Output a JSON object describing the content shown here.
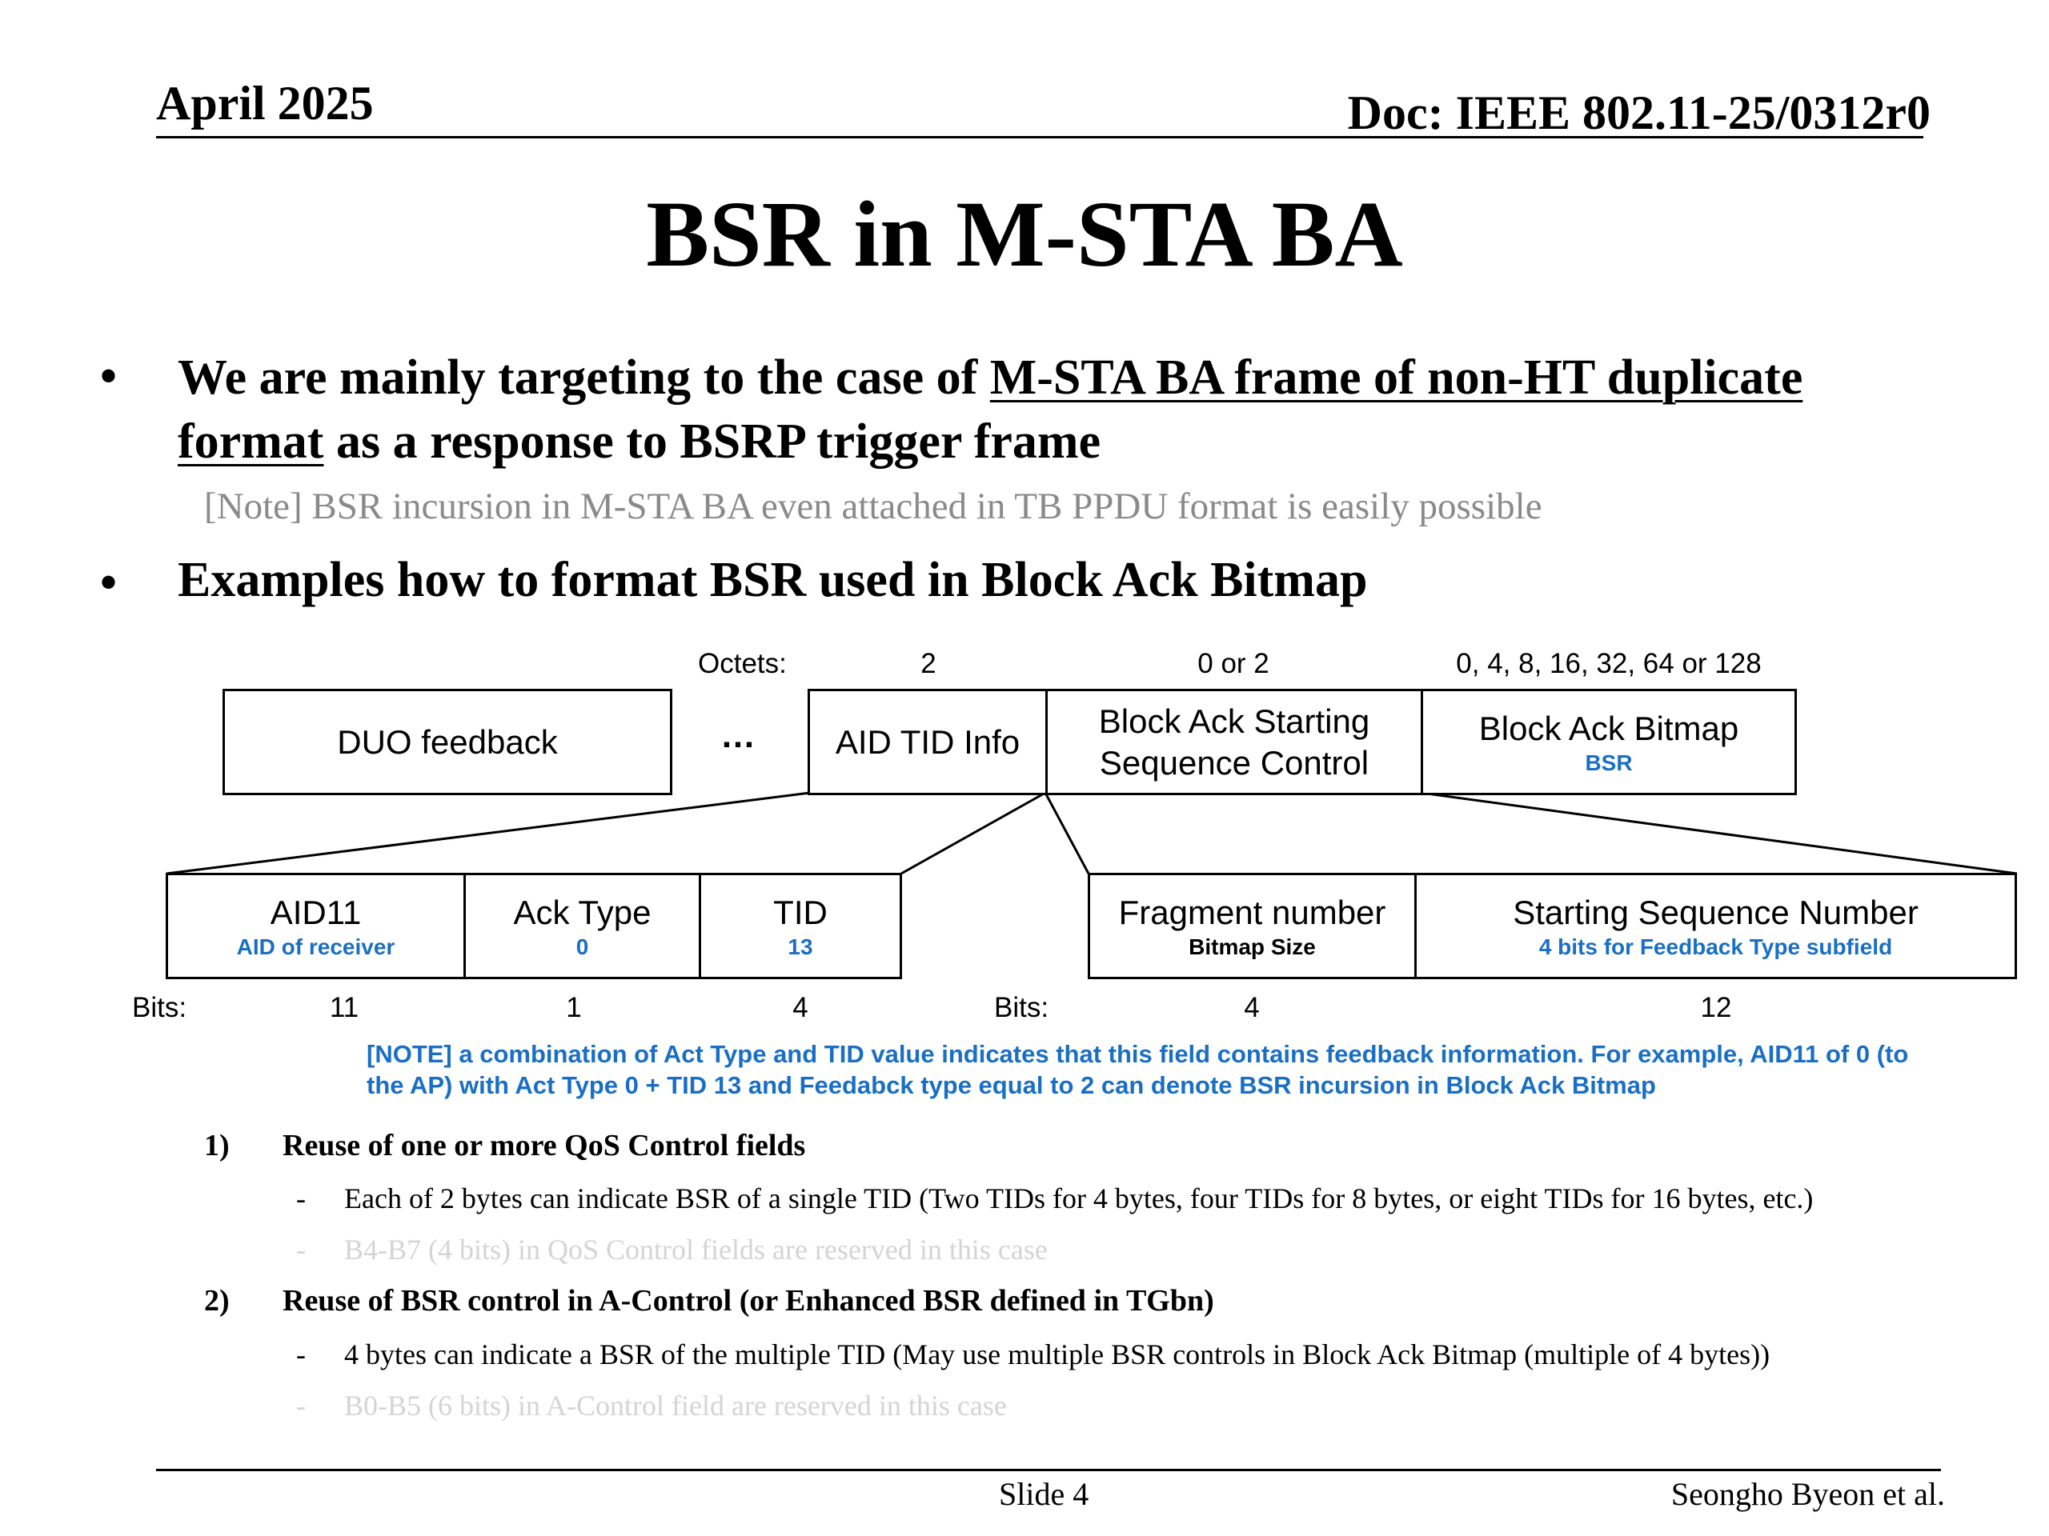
{
  "header": {
    "date": "April 2025",
    "doc": "Doc: IEEE 802.11-25/0312r0"
  },
  "title": "BSR in M-STA BA",
  "bullets": {
    "b1_prefix": "We are mainly targeting to the case of ",
    "b1_underlined_1": "M-STA BA frame of non-HT duplicate",
    "b1_underlined_2": "format",
    "b1_suffix": " as a response to BSRP trigger frame",
    "note": "[Note] BSR incursion in M-STA BA even attached in TB PPDU format is easily possible",
    "b2": "Examples how to format BSR used in Block Ack Bitmap",
    "dot": "•"
  },
  "diagram": {
    "octets_label": "Octets:",
    "octets_values": [
      "2",
      "0 or 2",
      "0, 4, 8, 16, 32, 64 or 128"
    ],
    "top_fields": {
      "duo": "DUO feedback",
      "ellipsis": "…",
      "aid_tid": "AID TID Info",
      "ssc": "Block Ack Starting Sequence Control",
      "bitmap": "Block Ack Bitmap",
      "bitmap_sub": "BSR"
    },
    "left_fields": [
      {
        "name": "AID11",
        "sub": "AID of receiver",
        "bits": "11"
      },
      {
        "name": "Ack Type",
        "sub": "0",
        "bits": "1"
      },
      {
        "name": "TID",
        "sub": "13",
        "bits": "4"
      }
    ],
    "right_fields": [
      {
        "name": "Fragment number",
        "sub": "Bitmap Size",
        "bits": "4"
      },
      {
        "name": "Starting Sequence Number",
        "sub": "4 bits for Feedback Type subfield",
        "bits": "12"
      }
    ],
    "bits_label": "Bits:",
    "note": "[NOTE] a combination of Act Type and TID value indicates that this field contains feedback information. For example, AID11 of 0 (to the AP) with Act Type 0 + TID 13 and Feedabck type equal to 2 can denote BSR incursion in Block Ack Bitmap"
  },
  "list": [
    {
      "num": "1)",
      "title": "Reuse of one or more QoS Control fields",
      "items": [
        {
          "text": "Each of 2 bytes can indicate BSR of a single TID (Two TIDs for 4 bytes, four TIDs for 8 bytes, or eight TIDs for 16 bytes, etc.)",
          "faded": false
        },
        {
          "text": "B4-B7 (4 bits) in QoS Control fields are reserved in this case",
          "faded": true
        }
      ]
    },
    {
      "num": "2)",
      "title": "Reuse of BSR control in A-Control (or Enhanced BSR defined in TGbn)",
      "items": [
        {
          "text": "4 bytes can indicate a BSR of the multiple TID (May use multiple BSR controls in Block Ack Bitmap (multiple of 4 bytes))",
          "faded": false
        },
        {
          "text": "B0-B5 (6 bits) in A-Control field are reserved in this case",
          "faded": true
        }
      ]
    }
  ],
  "dash": "-",
  "footer": {
    "slide": "Slide 4",
    "author": "Seongho Byeon et al."
  }
}
